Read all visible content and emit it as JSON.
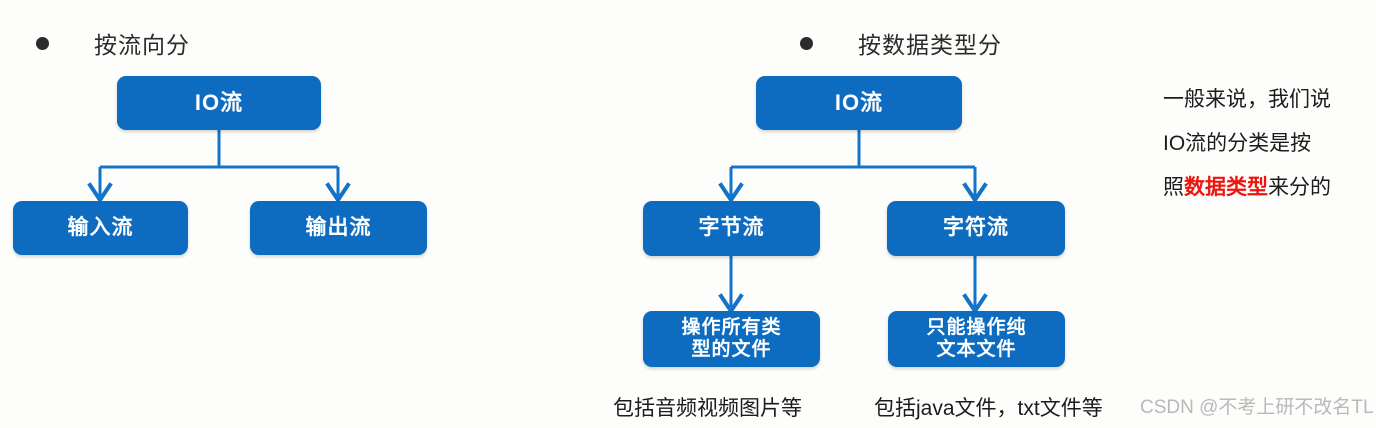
{
  "canvas": {
    "background": "#fdfdfb",
    "box_color": "#0d6cc0",
    "line_color": "#1273c8",
    "highlight_color": "#ee1410",
    "text_color": "#1c1c1c"
  },
  "sections": {
    "left": {
      "heading": "按流向分",
      "nodes": {
        "root": "IO流",
        "child_left": "输入流",
        "child_right": "输出流"
      }
    },
    "right": {
      "heading": "按数据类型分",
      "nodes": {
        "root": "IO流",
        "child_left": "字节流",
        "child_right": "字符流",
        "leaf_left_line1": "操作所有类",
        "leaf_left_line2": "型的文件",
        "leaf_right_line1": "只能操作纯",
        "leaf_right_line2": "文本文件"
      },
      "captions": {
        "left": "包括音频视频图片等",
        "right": "包括java文件，txt文件等"
      }
    }
  },
  "note": {
    "line1": "一般来说，我们说",
    "line2": "IO流的分类是按",
    "line3_before": "照",
    "line3_highlight": "数据类型",
    "line3_after": "来分的"
  },
  "watermark": {
    "text": "CSDN @不考上研不改名TL"
  }
}
